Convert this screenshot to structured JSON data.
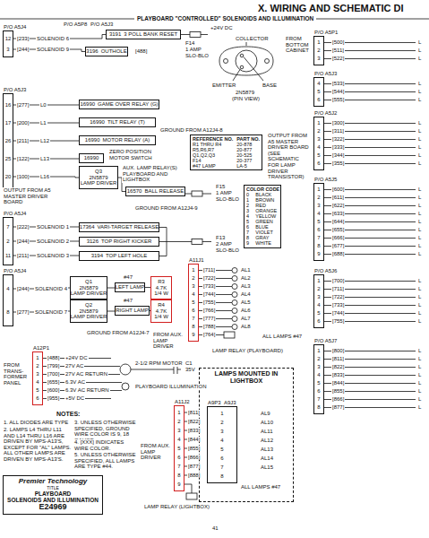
{
  "diagram": {
    "title": "X. WIRING AND SCHEMATIC DI",
    "nodes": [
      {
        "text": [
          "P/O A5J4",
          "12",
          "3"
        ]
      },
      {
        "text": [
          "3196",
          "OUTHOLE"
        ]
      },
      {
        "text": [
          "3191",
          "3 POLL BANK RESET"
        ]
      },
      {
        "text": [
          "P/O A5J3",
          "16",
          "17",
          "26",
          "25",
          "20"
        ]
      },
      {
        "text": [
          "16990",
          "GAME OVER RELAY (G)"
        ]
      },
      {
        "text": [
          "16990",
          "TILT RELAY (T)"
        ]
      },
      {
        "text": [
          "16990",
          "MOTOR RELAY (A)"
        ]
      },
      {
        "text": [
          "16990"
        ]
      },
      {
        "text": [
          "Q3",
          "2N5879",
          "LAMP DRIVER"
        ]
      },
      {
        "text": [
          "16570",
          "BALL RELEASE"
        ]
      },
      {
        "text": [
          "P/O A5J4",
          "7",
          "2",
          "11"
        ]
      },
      {
        "text": [
          "17364",
          "VARI-TARGET RELEASE"
        ]
      },
      {
        "text": [
          "3126",
          "TOP RIGHT KICKER"
        ]
      },
      {
        "text": [
          "3194",
          "TOP LEFT HOLE"
        ]
      },
      {
        "text": [
          "P/O A5J4",
          "4",
          "8"
        ]
      },
      {
        "text": [
          "Q1",
          "2N5879",
          "LAMP DRIVER"
        ]
      },
      {
        "text": [
          "LEFT LAMP"
        ]
      },
      {
        "text": [
          "R3",
          "4.7K",
          "1/4 W"
        ]
      },
      {
        "text": [
          "Q2",
          "2N5879",
          "LAMP DRIVER"
        ]
      },
      {
        "text": [
          "RIGHT LAMP"
        ]
      },
      {
        "text": [
          "R4",
          "4.7K",
          "1/4 W"
        ]
      },
      {
        "text": [
          "REFERENCE NO.",
          "PART NO.",
          "R1 THRU R4",
          "20-878",
          "R5,R6,R7",
          "20-877",
          "Q1,Q2,Q3",
          "20-525",
          "F14",
          "20-377",
          "#47 LAMP",
          "LA-5"
        ]
      },
      {
        "text": [
          "COLOR CODE",
          "0",
          "BLACK",
          "1",
          "BROWN",
          "2",
          "RED",
          "3",
          "ORANGE",
          "4",
          "YELLOW",
          "5",
          "GREEN",
          "6",
          "BLUE",
          "7",
          "VIOLET",
          "8",
          "GRAY",
          "9",
          "WHITE"
        ]
      },
      {
        "text": [
          "A11J1",
          "1",
          "2",
          "3",
          "4",
          "5",
          "6",
          "7",
          "8",
          "9"
        ]
      },
      {
        "text": [
          "P/O A5P1",
          "1",
          "2",
          "3"
        ]
      },
      {
        "text": [
          "P/O A5J3",
          "4",
          "5",
          "6"
        ]
      },
      {
        "text": [
          "P/O A5J2",
          "1",
          "2",
          "3",
          "4",
          "5",
          "6"
        ]
      },
      {
        "text": [
          "P/O A5J5",
          "1",
          "2",
          "3",
          "4",
          "5",
          "6",
          "7",
          "8",
          "9"
        ]
      },
      {
        "text": [
          "P/O A5J6",
          "1",
          "2",
          "3",
          "4",
          "5",
          "6"
        ]
      },
      {
        "text": [
          "P/O A5J7",
          "1",
          "2",
          "3",
          "4",
          "5",
          "6",
          "7",
          "8"
        ]
      },
      {
        "text": [
          "A12P1",
          "1",
          "2",
          "3",
          "4",
          "5",
          "6"
        ]
      },
      {
        "text": [
          "LAMPS MOUNTED IN LIGHTBOX"
        ]
      },
      {
        "text": [
          "A9P3",
          "A9J3",
          "1",
          "2",
          "3",
          "4",
          "5",
          "6",
          "7",
          "8"
        ],
        "in": 31
      },
      {
        "text": [
          "A11J2",
          "1",
          "2",
          "3",
          "4",
          "5",
          "6",
          "7",
          "8",
          "9"
        ]
      },
      {
        "text": [
          "Premier Technology",
          "TITLE",
          "PLAYBOARD",
          "SOLENOIDS AND ILLUMINATION",
          "E24969"
        ]
      }
    ],
    "edges": [
      {
        "from": 0,
        "to": 2,
        "label": "[233]",
        "arrow": "none"
      },
      {
        "from": 0,
        "to": 1,
        "label": "[244]",
        "arrow": "none"
      },
      {
        "from": 3,
        "to": 4,
        "label": "[277]",
        "arrow": "none"
      },
      {
        "from": 3,
        "to": 5,
        "label": "[200]",
        "arrow": "none"
      },
      {
        "from": 3,
        "to": 6,
        "label": "[211]",
        "arrow": "none"
      },
      {
        "from": 3,
        "to": 7,
        "label": "[122]",
        "arrow": "none"
      },
      {
        "from": 3,
        "to": 8,
        "label": "[100]",
        "arrow": "none"
      },
      {
        "from": 8,
        "to": 9,
        "arrow": "none"
      },
      {
        "from": 10,
        "to": 11,
        "label": "[222]",
        "arrow": "none"
      },
      {
        "from": 10,
        "to": 12,
        "label": "[244]",
        "arrow": "none"
      },
      {
        "from": 10,
        "to": 13,
        "label": "[211]",
        "arrow": "none"
      },
      {
        "from": 14,
        "to": 15,
        "label": "[244]",
        "arrow": "none"
      },
      {
        "from": 14,
        "to": 18,
        "label": "[277]",
        "arrow": "none"
      },
      {
        "from": 15,
        "to": 16,
        "arrow": "none"
      },
      {
        "from": 16,
        "to": 17,
        "arrow": "none"
      },
      {
        "from": 18,
        "to": 19,
        "arrow": "none"
      },
      {
        "from": 19,
        "to": 20,
        "arrow": "none"
      },
      {
        "from": 33,
        "to": 32,
        "label": "[811]",
        "arrow": "none"
      },
      {
        "from": 33,
        "to": 32,
        "label": "[822]",
        "arrow": "none"
      },
      {
        "from": 33,
        "to": 32,
        "label": "[833]",
        "arrow": "none"
      },
      {
        "from": 33,
        "to": 32,
        "label": "[844]",
        "arrow": "none"
      },
      {
        "from": 33,
        "to": 32,
        "label": "[855]",
        "arrow": "none"
      },
      {
        "from": 33,
        "to": 32,
        "label": "[866]",
        "arrow": "none"
      },
      {
        "from": 33,
        "to": 32,
        "label": "[877]",
        "arrow": "none"
      },
      {
        "from": 33,
        "to": 32,
        "label": "[888]",
        "arrow": "none"
      }
    ],
    "labels": [
      "PLAYBOARD \"CONTROLLED\" SOLENOIDS AND ILLUMINATION",
      "SOLENOID 6",
      "SOLENOID 9",
      "P/O A5P8",
      "P/O A5J3",
      "[488]",
      "+24V DC",
      "F14",
      "1 AMP",
      "SLO-BLO",
      "COLLECTOR",
      "EMITTER",
      "BASE",
      "2N5879",
      "(PIN VIEW)",
      "L0",
      "L1",
      "L12",
      "L13",
      "L16",
      "ZERO POSITION MOTOR SWITCH",
      "GROUND FROM A12J4-8",
      "AUX. LAMP RELAY(S) PLAYBOARD AND LIGHTBOX",
      "F15",
      "1 AMP",
      "SLO-BLO",
      "GROUND FROM A12J4-9",
      "OUTPUT FROM A5 MASTER DRIVER BOARD",
      "SOLENOID 1",
      "SOLENOID 2",
      "SOLENOID 3",
      "F13",
      "2 AMP",
      "SLO-BLO",
      "SOLENOID 4",
      "SOLENOID 7",
      "#47",
      "#47",
      "GROUND FROM A12J4-7",
      "FROM AUX. LAMP DRIVER",
      "[711]",
      "[722]",
      "[733]",
      "[744]",
      "[755]",
      "[766]",
      "[777]",
      "[788]",
      "[764]",
      "AL1",
      "AL2",
      "AL3",
      "AL4",
      "AL5",
      "AL6",
      "AL7",
      "AL8",
      "ALL LAMPS #47",
      "LAMP RELAY (PLAYBOARD)",
      "FROM TRANS- FORMER PANEL",
      "[488]",
      "[799]",
      "[700]",
      "[655]",
      "[600]",
      "[955]",
      "+24V DC",
      "27V AC",
      "27V AC RETURN",
      "6.3V AC",
      "6.3V AC RETURN",
      "+5V DC",
      "2-1/2 RPM MOTOR",
      "C1",
      "35V",
      "PLAYBOARD ILLUMINATION",
      "NOTES:",
      "1. ALL DIODES ARE TYPE 1N4004.",
      "2. LAMPS L4 THRU L11 AND L14 THRU L16 ARE DRIVEN BY MPS-A13'S, EXCEPT FOR \"AL\" LAMPS. ALL OTHER LAMPS ARE DRIVEN BY MPS-A13'S.",
      "3. UNLESS OTHERWISE SPECIFIED, GROUND WIRE COLOR IS 9, 18 GAUGE.",
      "4. [XXX] INDICATES WIRE COLOR.",
      "5. UNLESS OTHERWISE SPECIFIED, ALL LAMPS ARE TYPE #44.",
      "FROM AUX. LAMP DRIVER",
      "AL9",
      "AL10",
      "AL11",
      "AL12",
      "AL13",
      "AL14",
      "AL15",
      "ALL LAMPS #47",
      "LAMP RELAY (LIGHTBOX)",
      "41",
      "FROM BOTTOM CABINET",
      "OUTPUT FROM A5 MASTER DRIVER BOARD (SEE SCHEMATIC FOR LAMP DRIVER TRANSISTOR)",
      "[500]",
      "L",
      "[511]",
      "L",
      "[522]",
      "L",
      "[533]",
      "L",
      "[544]",
      "L",
      "[555]",
      "L",
      "[300]",
      "L",
      "[311]",
      "L",
      "[322]",
      "L",
      "[333]",
      "L",
      "[344]",
      "L",
      "[355]",
      "L",
      "[600]",
      "L",
      "[611]",
      "L",
      "[622]",
      "L",
      "[633]",
      "L",
      "[644]",
      "L",
      "[655]",
      "L",
      "[666]",
      "L",
      "[677]",
      "L",
      "[688]",
      "L",
      "[700]",
      "L",
      "[711]",
      "L",
      "[722]",
      "L",
      "[733]",
      "L",
      "[744]",
      "L",
      "[755]",
      "L",
      "[800]",
      "L",
      "[811]",
      "L",
      "[822]",
      "L",
      "[833]",
      "L",
      "[844]",
      "L",
      "[855]",
      "L",
      "[866]",
      "L",
      "[877]",
      "L"
    ]
  }
}
